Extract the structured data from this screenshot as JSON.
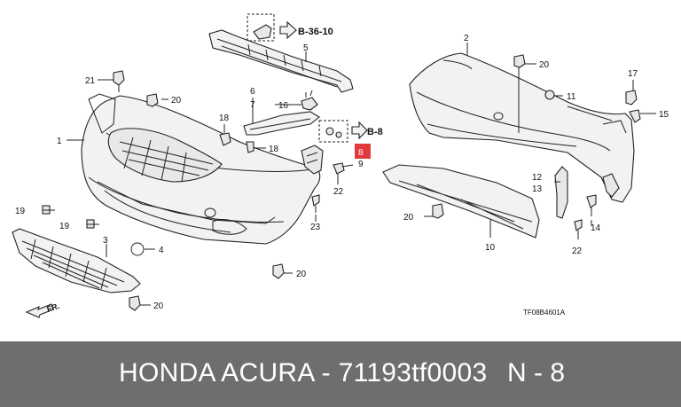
{
  "refs": {
    "b3610": "B-36-10",
    "b8": "B-8"
  },
  "callouts": {
    "c1": "1",
    "c2": "2",
    "c3": "3",
    "c4": "4",
    "c5": "5",
    "c6": "6",
    "c7": "7",
    "c8": "8",
    "c9": "9",
    "c10": "10",
    "c11": "11",
    "c12": "12",
    "c13": "13",
    "c14": "14",
    "c15": "15",
    "c16": "16",
    "c17": "17",
    "c18a": "18",
    "c18b": "18",
    "c19a": "19",
    "c19b": "19",
    "c20a": "20",
    "c20b": "20",
    "c20c": "20",
    "c20d": "20",
    "c20e": "20",
    "c21": "21",
    "c22a": "22",
    "c22b": "22",
    "c23": "23"
  },
  "highlight_color": "#e0393e",
  "direction_label": "FR.",
  "diagram_code": "TF08B4601A",
  "footer": {
    "title": "HONDA ACURA - 71193tf0003",
    "tag": "N - 8"
  }
}
